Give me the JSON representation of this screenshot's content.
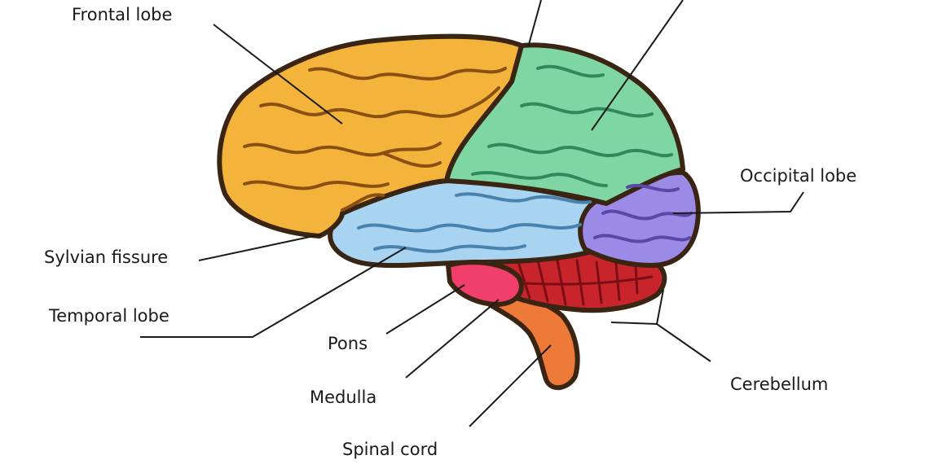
{
  "labels": {
    "frontal_lobe": "Frontal lobe",
    "occipital_lobe": "Occipital lobe",
    "sylvian_fissure": "Sylvian fissure",
    "temporal_lobe": "Temporal lobe",
    "pons": "Pons",
    "medulla": "Medulla",
    "spinal_cord": "Spinal cord",
    "cerebellum": "Cerebellum"
  },
  "colors": {
    "frontal": "#f4b43c",
    "parietal": "#7ed6a2",
    "temporal": "#a8d4f2",
    "occipital": "#9b8be6",
    "cerebellum": "#c8242c",
    "pons": "#ef3f6a",
    "stem": "#ee7a3a",
    "outline": "#3a2412"
  }
}
